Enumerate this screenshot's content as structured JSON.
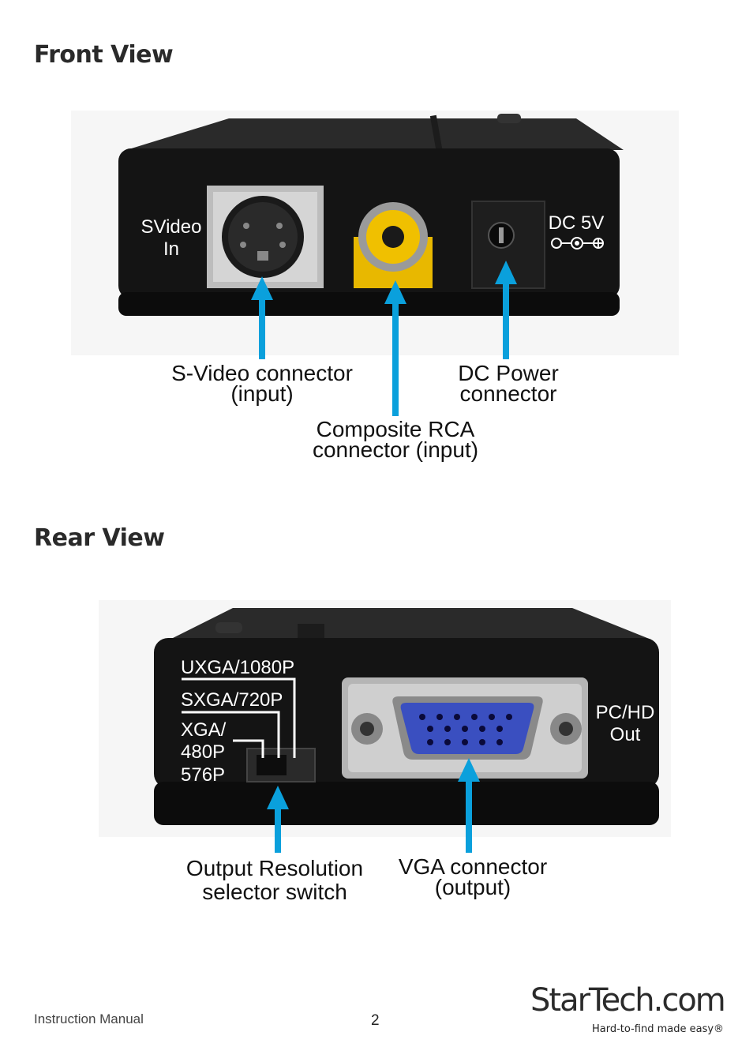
{
  "front": {
    "title": "Front View",
    "device_labels": {
      "svideo_line1": "SVideo",
      "svideo_line2": "In",
      "dc": "DC 5V"
    },
    "callouts": {
      "svideo_line1": "S-Video connector",
      "svideo_line2": "(input)",
      "dc_line1": "DC Power",
      "dc_line2": "connector",
      "rca_line1": "Composite RCA",
      "rca_line2": "connector (input)"
    }
  },
  "rear": {
    "title": "Rear View",
    "device_labels": {
      "res1": "UXGA/1080P",
      "res2": "SXGA/720P",
      "res3": "XGA/",
      "res4": "480P",
      "res5": "576P",
      "out1": "PC/HD",
      "out2": "Out"
    },
    "callouts": {
      "switch_line1": "Output Resolution",
      "switch_line2": "selector switch",
      "vga_line1": "VGA connector",
      "vga_line2": "(output)"
    }
  },
  "footer": {
    "manual": "Instruction Manual",
    "page": "2",
    "logo_wordmark": "StarTech.com",
    "logo_tagline": "Hard-to-find made easy®"
  },
  "colors": {
    "arrow": "#0aa0dc",
    "device": "#141414",
    "rca": "#f0c000",
    "vga": "#3a4fc0"
  }
}
